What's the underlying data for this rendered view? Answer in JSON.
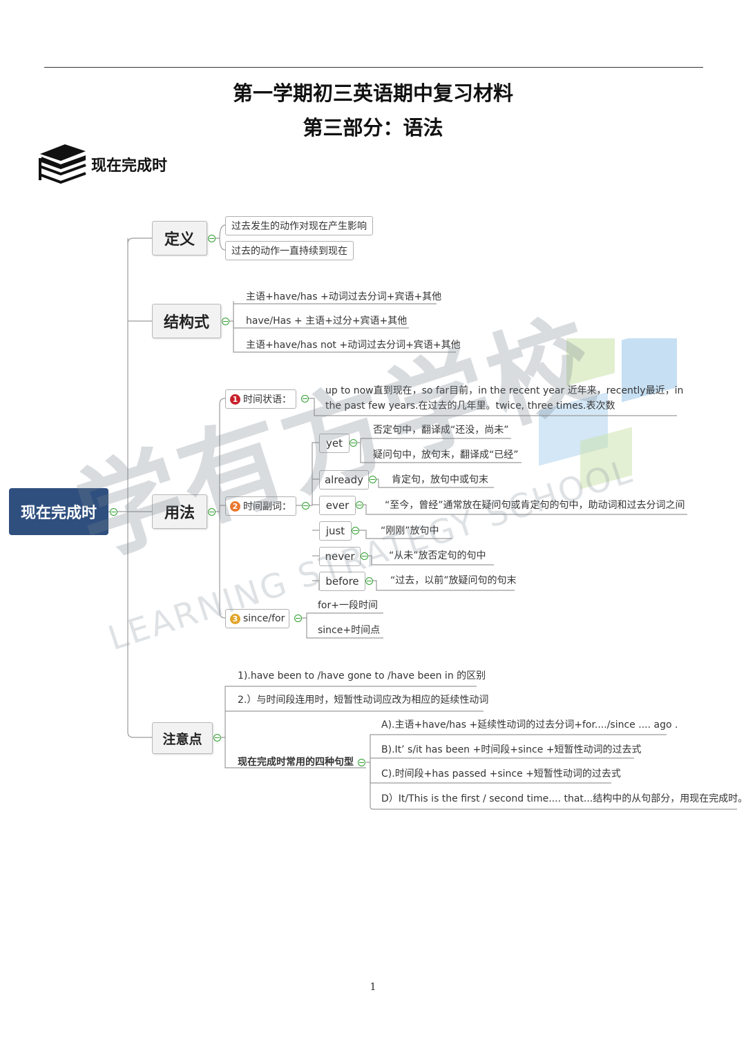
{
  "page": {
    "title1": "第一学期初三英语期中复习材料",
    "title2": "第三部分：语法",
    "section": "现在完成时",
    "page_number": "1"
  },
  "watermark": {
    "cn": "学有方学校",
    "en": "LEARNING STRATEGY SCHOOL",
    "colors": [
      "#8ec0e8",
      "#c9e2a8",
      "#a8cfee"
    ]
  },
  "mindmap": {
    "root": "现在完成时",
    "definition": {
      "label": "定义",
      "items": [
        "过去发生的动作对现在产生影响",
        "过去的动作一直持续到现在"
      ]
    },
    "structure": {
      "label": "结构式",
      "items": [
        "主语+have/has +动词过去分词+宾语+其他",
        "have/Has + 主语+过分+宾语+其他",
        "主语+have/has not +动词过去分词+宾语+其他"
      ]
    },
    "usage": {
      "label": "用法",
      "time_adverbial": {
        "num": "1",
        "label": "时间状语：",
        "line1": "up to now直到现在，so far目前，in the recent year 近年来，recently最近，in",
        "line2": "the past few years.在过去的几年里。twice, three times.表次数"
      },
      "time_adverb": {
        "num": "2",
        "label": "时间副词：",
        "words": [
          {
            "word": "yet",
            "notes": [
              "否定句中，翻译成“还没，尚未”",
              "疑问句中，放句末，翻译成“已经”"
            ]
          },
          {
            "word": "already",
            "notes": [
              "肯定句，放句中或句末"
            ]
          },
          {
            "word": "ever",
            "notes": [
              "“至今，曾经”通常放在疑问句或肯定句的句中，助动词和过去分词之间"
            ]
          },
          {
            "word": "just",
            "notes": [
              "“刚刚”放句中"
            ]
          },
          {
            "word": "never",
            "notes": [
              "“从未”放否定句的句中"
            ]
          },
          {
            "word": "before",
            "notes": [
              "“过去，以前”放疑问句的句末"
            ]
          }
        ]
      },
      "since_for": {
        "num": "3",
        "label": "since/for",
        "items": [
          "for+一段时间",
          "since+时间点"
        ]
      }
    },
    "notes": {
      "label": "注意点",
      "items": [
        "1).have been to /have gone to /have been in 的区别",
        "2.）与时间段连用时，短暂性动词应改为相应的延续性动词"
      ],
      "patterns_label": "现在完成时常用的四种句型",
      "patterns": [
        "A).主语+have/has +延续性动词的过去分词+for..../since .... ago .",
        "B).It’ s/it has been +时间段+since +短暂性动词的过去式",
        "C).时间段+has passed +since +短暂性动词的过去式",
        "D）It/This is the first / second time.... that...结构中的从句部分，用现在完成时。"
      ]
    }
  }
}
